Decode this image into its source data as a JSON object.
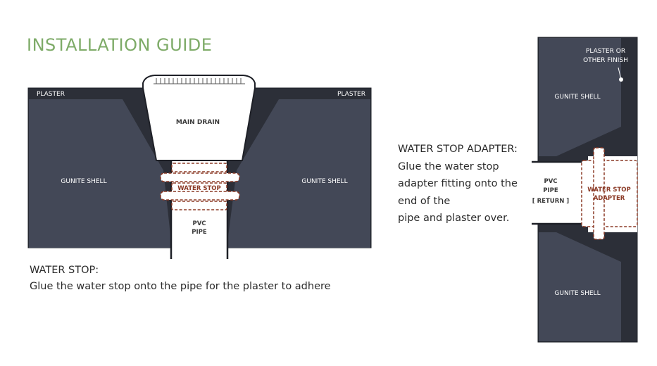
{
  "title": "INSTALLATION GUIDE",
  "main_diagram": {
    "plaster_left": "PLASTER",
    "plaster_right": "PLASTER",
    "main_drain": "MAIN DRAIN",
    "gunite_left": "GUNITE SHELL",
    "gunite_right": "GUNITE SHELL",
    "water_stop": "WATER STOP",
    "pvc_line1": "PVC",
    "pvc_line2": "PIPE"
  },
  "main_caption": {
    "heading": "WATER STOP:",
    "body": "Glue the water stop onto the pipe for the plaster to adhere"
  },
  "adapter_caption": {
    "lines": [
      "WATER STOP ADAPTER:",
      "Glue the water stop",
      "adapter fitting onto the",
      "end of the",
      "pipe and plaster over."
    ]
  },
  "side_diagram": {
    "plaster_line1": "PLASTER OR",
    "plaster_line2": "OTHER FINISH",
    "gunite_top": "GUNITE SHELL",
    "gunite_bottom": "GUNITE SHELL",
    "pvc_line1": "PVC",
    "pvc_line2": "PIPE",
    "pvc_line3": "[ RETURN ]",
    "adapter_line1": "WATER STOP",
    "adapter_line2": "ADAPTER"
  },
  "colors": {
    "gunite": "#434857",
    "plaster": "#2c2f38",
    "accent_brown": "#8b3a26",
    "title_green": "#7eab68"
  }
}
